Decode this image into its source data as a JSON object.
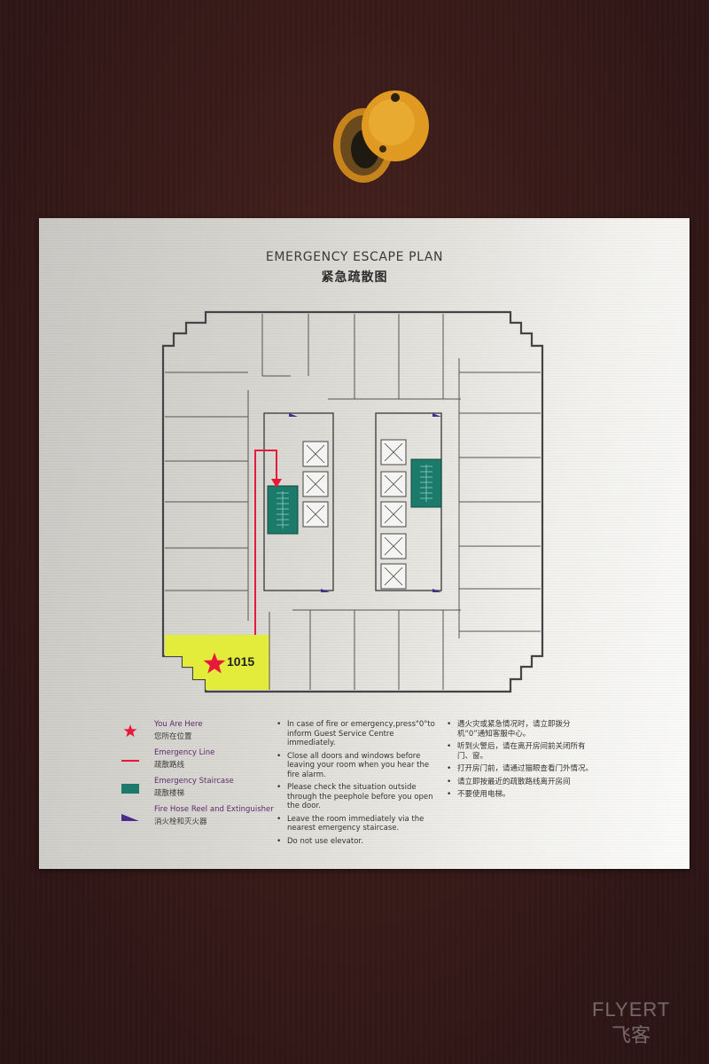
{
  "sign": {
    "title_en": "EMERGENCY ESCAPE PLAN",
    "title_zh": "紧急疏散图",
    "room_number": "1015"
  },
  "colors": {
    "you_are_here": "#e8183a",
    "emergency_line": "#e8183a",
    "staircase": "#1b7a6a",
    "room_highlight": "#e3ec3a",
    "extinguisher": "#4a2c8a"
  },
  "legend": [
    {
      "icon": "star-icon",
      "en": "You Are Here",
      "zh": "您所在位置"
    },
    {
      "icon": "red-line-icon",
      "en": "Emergency Line",
      "zh": "疏散路线"
    },
    {
      "icon": "staircase-icon",
      "en": "Emergency Staircase",
      "zh": "疏散楼梯"
    },
    {
      "icon": "fire-hose-icon",
      "en": "Fire Hose Reel and Extinguisher",
      "zh": "消火栓和灭火器"
    }
  ],
  "instructions_en": [
    "In case of fire or emergency,press\"0\"to inform Guest Service Centre immediately.",
    "Close all doors and windows before leaving your room when you hear the fire alarm.",
    "Please check the situation outside through the peephole before you open the door.",
    "Leave the room immediately via the nearest emergency staircase.",
    "Do not use elevator."
  ],
  "instructions_zh": [
    "遇火灾或紧急情况时，请立即拨分机“0”通知客服中心。",
    "听到火警后，请在离开房间前关闭所有门、窗。",
    "打开房门前，请通过猫眼查看门外情况。",
    "请立即按最近的疏散路线离开房间",
    "不要使用电梯。"
  ],
  "watermark": {
    "en": "FLYERT",
    "zh": "飞客"
  }
}
